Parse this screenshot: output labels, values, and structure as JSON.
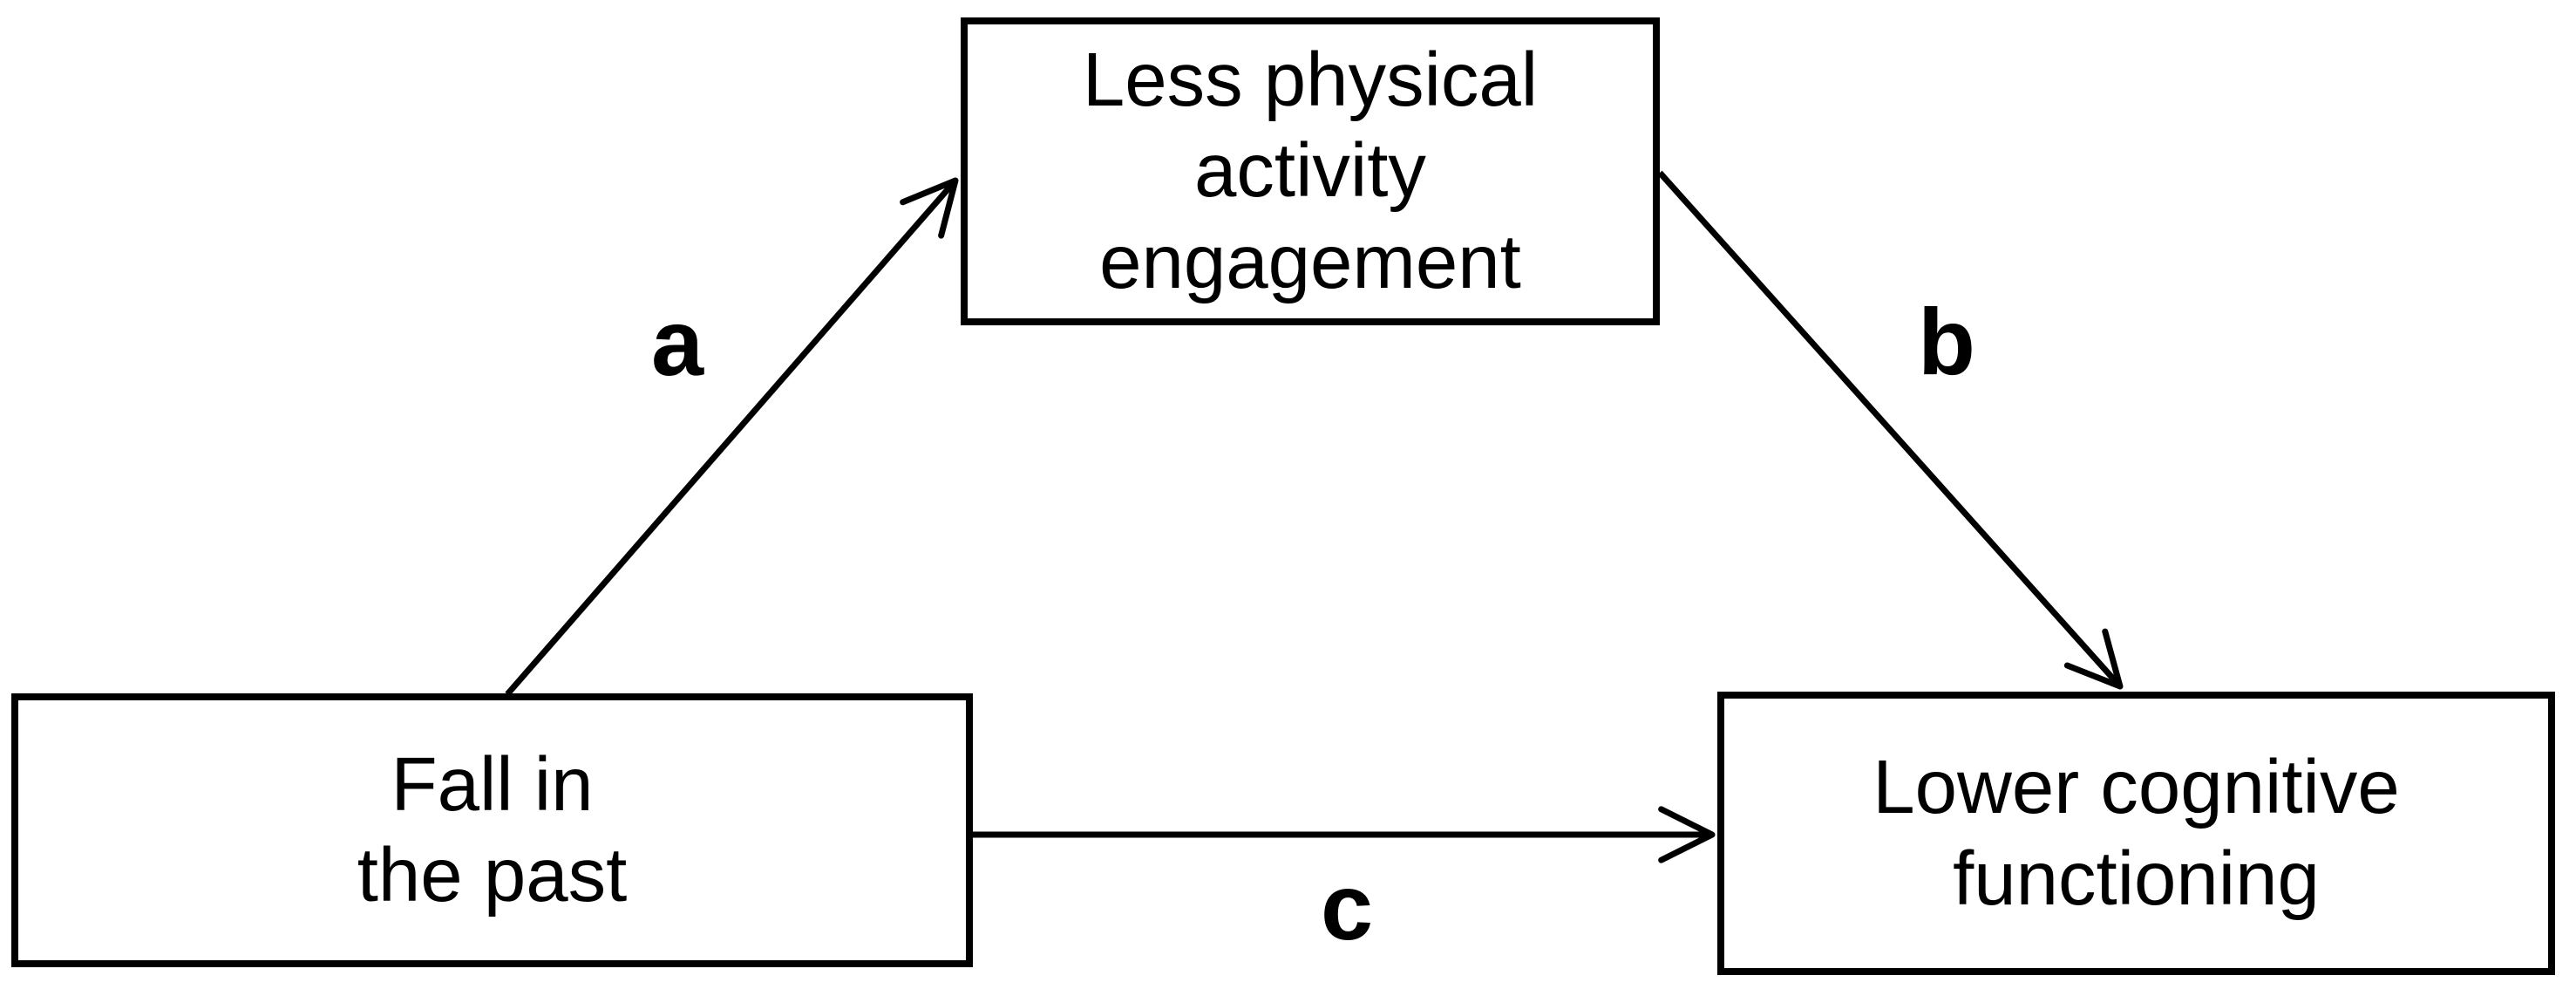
{
  "diagram": {
    "type": "mediation-path-model",
    "colors": {
      "ink": "#000000",
      "background": "#ffffff"
    },
    "nodes": {
      "fall": {
        "label": "Fall in\nthe past"
      },
      "activity": {
        "label": "Less physical\nactivity\nengagement"
      },
      "cognitive": {
        "label": "Lower cognitive\nfunctioning"
      }
    },
    "paths": {
      "a": {
        "label": "a",
        "from": "fall",
        "to": "activity"
      },
      "b": {
        "label": "b",
        "from": "activity",
        "to": "cognitive"
      },
      "c": {
        "label": "c",
        "from": "fall",
        "to": "cognitive"
      }
    }
  }
}
